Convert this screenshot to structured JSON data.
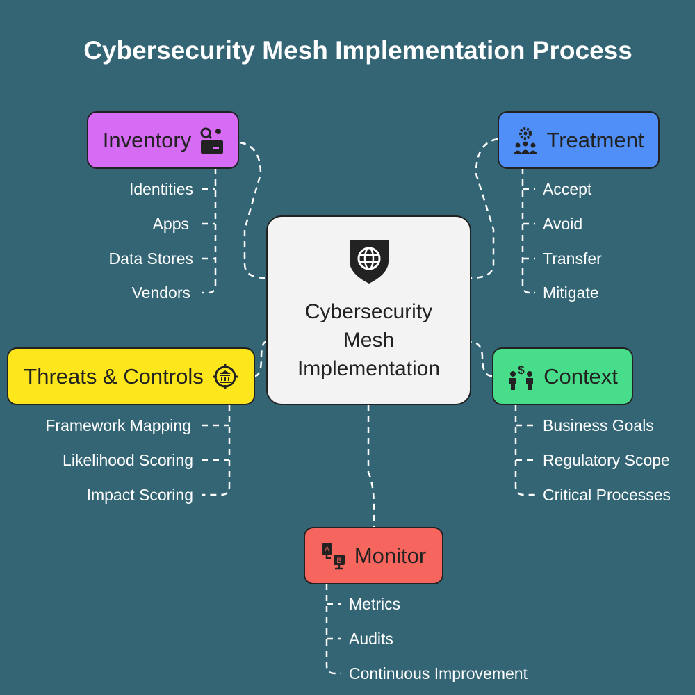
{
  "title": "Cybersecurity Mesh Implementation Process",
  "center": {
    "lines": [
      "Cybersecurity",
      "Mesh",
      "Implementation"
    ],
    "icon": "shield-globe-icon"
  },
  "nodes": {
    "inventory": {
      "label": "Inventory",
      "color": "#d66cf4",
      "icon": "search-gear-box-icon",
      "items": [
        "Identities",
        "Apps",
        "Data Stores",
        "Vendors"
      ]
    },
    "treatment": {
      "label": "Treatment",
      "color": "#4f8ff7",
      "icon": "gear-people-icon",
      "items": [
        "Accept",
        "Avoid",
        "Transfer",
        "Mitigate"
      ]
    },
    "threats": {
      "label": "Threats & Controls",
      "color": "#fde61c",
      "icon": "target-bank-icon",
      "items": [
        "Framework Mapping",
        "Likelihood Scoring",
        "Impact Scoring"
      ]
    },
    "context": {
      "label": "Context",
      "color": "#48dd8a",
      "icon": "people-dollar-icon",
      "items": [
        "Business Goals",
        "Regulatory Scope",
        "Critical Processes"
      ]
    },
    "monitor": {
      "label": "Monitor",
      "color": "#f7655f",
      "icon": "ab-monitor-icon",
      "items": [
        "Metrics",
        "Audits",
        "Continuous Improvement"
      ]
    }
  }
}
